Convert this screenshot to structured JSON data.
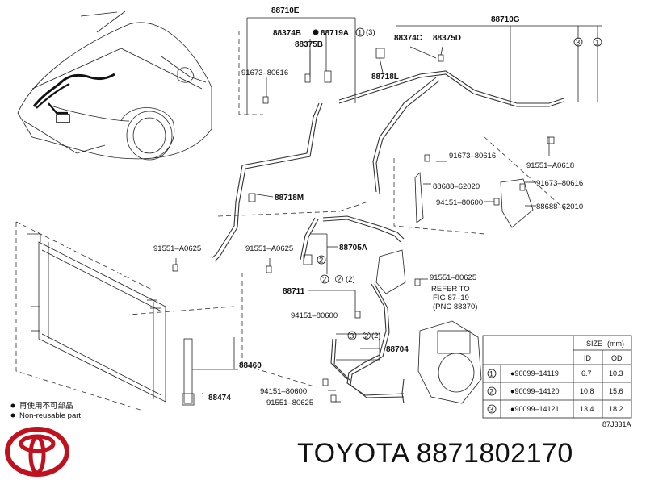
{
  "diagram": {
    "part_labels": {
      "p88710E": "88710E",
      "p88710G": "88710G",
      "p88374B": "88374B",
      "p88719A": "88719A",
      "p88375B": "88375B",
      "p88374C": "88374C",
      "p88375D": "88375D",
      "p88718L": "88718L",
      "p91673a": "91673–80616",
      "p91673b": "91673–80616",
      "p91673c": "91673–80616",
      "p91551_0618": "91551–A0618",
      "p88688_020": "88688–62020",
      "p94151a": "94151–80600",
      "p88688_010": "88688–62010",
      "p88718M": "88718M",
      "p91551_0625a": "91551–A0625",
      "p91551_0625b": "91551–A0625",
      "p88705A": "88705A",
      "p91551_8062": "91551–80625",
      "p88711": "88711",
      "p94151b": "94151–80600",
      "p88704": "88704",
      "p88460": "88460",
      "p94151c": "94151–80600",
      "p91551_80625": "91551–80625",
      "p88474": "88474",
      "refer1": "REFER TO",
      "refer2": "FIG 87–19",
      "refer3": "(PNC 88370)"
    },
    "circle_marks": {
      "c1": "1",
      "c2": "2",
      "c3": "3",
      "p3": "(3)",
      "p2": "(2)"
    },
    "notes": {
      "note1": "再使用不可部品",
      "note2": "Non-reusable part"
    },
    "figure_code": "87J331A",
    "size_table": {
      "title": "SIZE",
      "unit": "(mm)",
      "headers": {
        "id": "ID",
        "od": "OD"
      },
      "rows": [
        {
          "no": "1",
          "part": "●90099–14119",
          "id": "6.7",
          "od": "10.3"
        },
        {
          "no": "2",
          "part": "●90099–14120",
          "id": "10.8",
          "od": "15.6"
        },
        {
          "no": "3",
          "part": "●90099–14121",
          "id": "13.4",
          "od": "18.2"
        }
      ]
    }
  },
  "footer": {
    "brand_part_text": "TOYOTA 8871802170",
    "logo_icon": "toyota-logo-icon",
    "logo_color": "#c0121e"
  }
}
